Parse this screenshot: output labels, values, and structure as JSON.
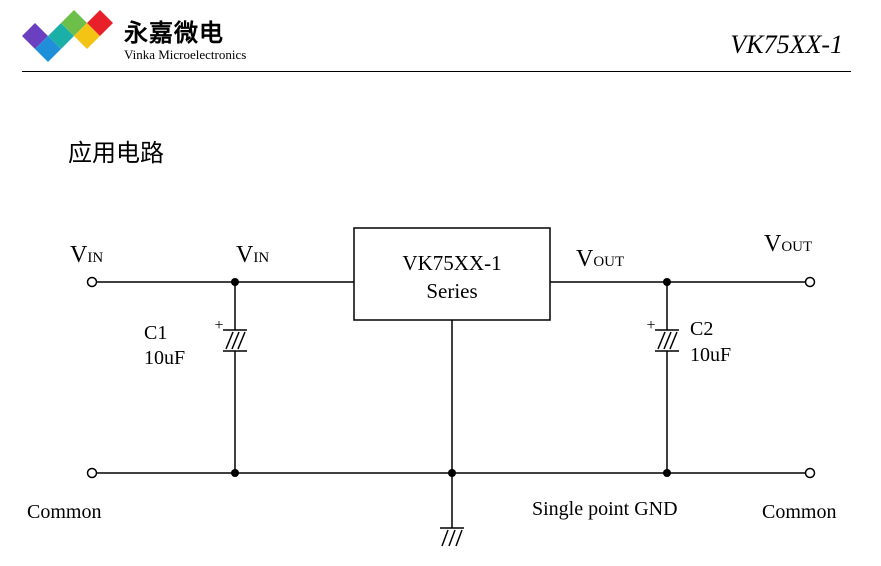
{
  "header": {
    "company_name_cn": "永嘉微电",
    "company_name_en": "Vinka Microelectronics",
    "document_model": "VK75XX-1"
  },
  "section": {
    "title": "应用电路"
  },
  "circuit": {
    "ic": {
      "line1": "VK75XX-1",
      "line2": "Series"
    },
    "vin_left": {
      "main": "V",
      "sub": "IN"
    },
    "vin_mid": {
      "main": "V",
      "sub": "IN"
    },
    "vout_mid": {
      "main": "V",
      "sub": "OUT"
    },
    "vout_right": {
      "main": "V",
      "sub": "OUT"
    },
    "c1": {
      "name": "C1",
      "value": "10uF",
      "polarity": "+"
    },
    "c2": {
      "name": "C2",
      "value": "10uF",
      "polarity": "+"
    },
    "common_left": "Common",
    "common_right": "Common",
    "gnd_label": "Single point GND"
  },
  "colors": {
    "logo_purple": "#6a3fc0",
    "logo_red": "#e8202a",
    "logo_teal": "#1ab0a8",
    "logo_green": "#6cc04a",
    "logo_blue": "#1e8fd8",
    "logo_yellow": "#f4c414"
  }
}
